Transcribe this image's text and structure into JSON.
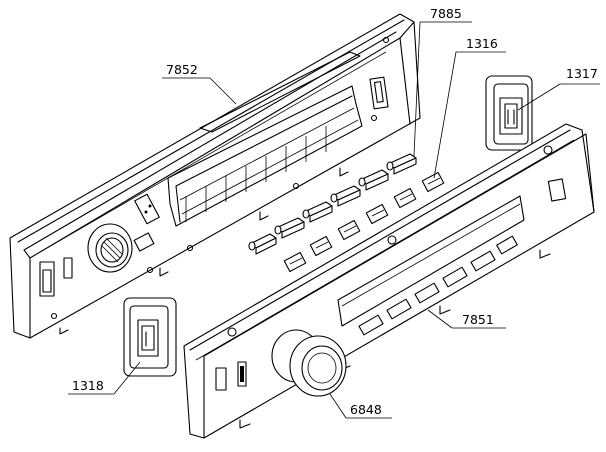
{
  "callouts": [
    {
      "id": "7852",
      "label": "7852"
    },
    {
      "id": "7885",
      "label": "7885"
    },
    {
      "id": "1316",
      "label": "1316"
    },
    {
      "id": "1317",
      "label": "1317"
    },
    {
      "id": "7851",
      "label": "7851"
    },
    {
      "id": "1318",
      "label": "1318"
    },
    {
      "id": "6848",
      "label": "6848"
    }
  ]
}
